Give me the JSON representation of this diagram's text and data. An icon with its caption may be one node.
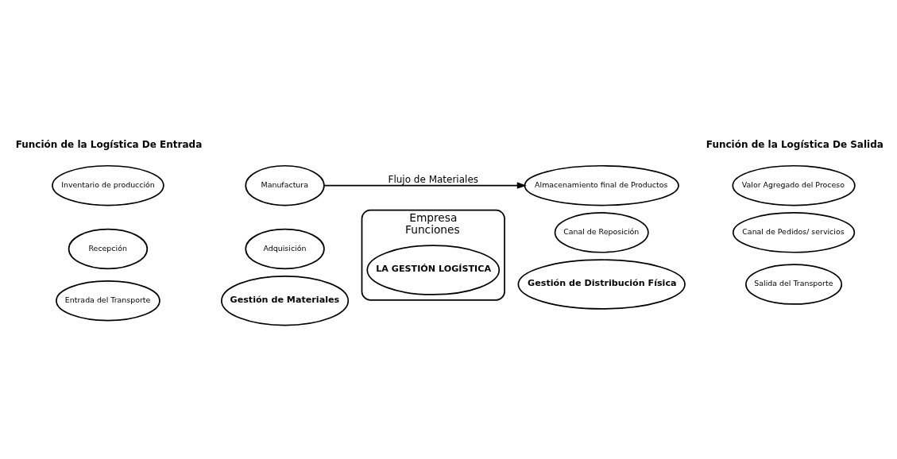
{
  "diagram": {
    "nodes": [
      {
        "text": [
          "Recepción"
        ]
      },
      {
        "text": [
          "Adquisición"
        ]
      },
      {
        "text": [
          "Empresa",
          "Funciones"
        ]
      },
      {
        "text": [
          "LA GESTIÓN LOGÍSTICA"
        ],
        "in": 2
      },
      {
        "text": [
          "Canal de Reposición"
        ]
      },
      {
        "text": [
          "Canal de Pedidos/ servicios"
        ]
      },
      {
        "text": [
          "Entrada del Transporte"
        ]
      },
      {
        "text": [
          "Gestión de Materiales"
        ]
      },
      {
        "text": [
          "Gestión de Distribución Física"
        ]
      },
      {
        "text": [
          "Salida del Transporte"
        ]
      },
      {
        "text": [
          "Inventario de producción"
        ]
      },
      {
        "text": [
          "Manufactura"
        ]
      },
      {
        "text": [
          "Almacenamiento final de Productos"
        ]
      },
      {
        "text": [
          "Valor Agregado del Proceso"
        ]
      }
    ],
    "edges": [
      {
        "from": 11,
        "to": 12,
        "arrow": "to",
        "label": "Flujo de Materiales"
      }
    ],
    "labels": [
      "Función de la Logística De Entrada",
      "Función de la Logística De Salida"
    ]
  }
}
